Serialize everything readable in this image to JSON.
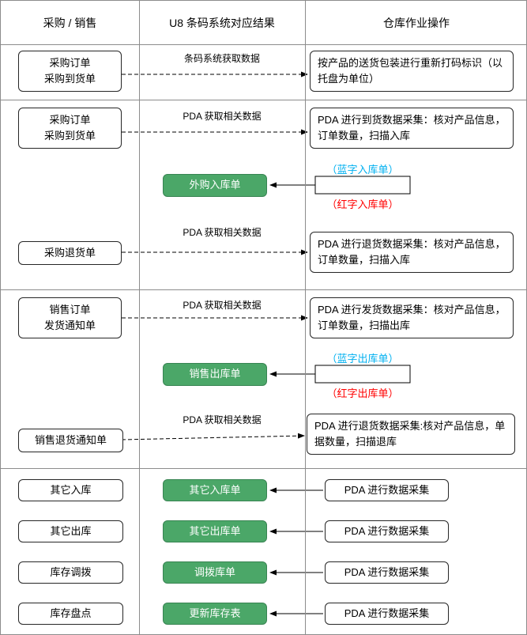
{
  "colors": {
    "green_fill": "#4ba768",
    "green_border": "#388452",
    "blue_note": "#00b0f0",
    "red_note": "#ff0000",
    "grid_line": "#8c8c8c"
  },
  "header": {
    "purchase_sales": "采购 / 销售",
    "u8_result": "U8 条码系统对应结果",
    "warehouse_ops": "仓库作业操作"
  },
  "section_receiving": {
    "left": "采购订单\n采购到货单",
    "arrow_label": "条码系统获取数据",
    "right": "按产品的送货包装进行重新打码标识（以托盘为单位）"
  },
  "section_purchase": {
    "arrival_left": "采购订单\n采购到货单",
    "arrival_label": "PDA 获取相关数据",
    "arrival_right": "PDA 进行到货数据采集：核对产品信息，订单数量，扫描入库",
    "green": "外购入库单",
    "blue_note": "（蓝字入库单）",
    "red_note": "（红字入库单）",
    "return_left": "采购退货单",
    "return_label": "PDA 获取相关数据",
    "return_right": "PDA 进行退货数据采集：核对产品信息，订单数量，扫描入库"
  },
  "section_sales": {
    "ship_left": "销售订单\n发货通知单",
    "ship_label": "PDA 获取相关数据",
    "ship_right": "PDA 进行发货数据采集：核对产品信息，订单数量，扫描出库",
    "green": "销售出库单",
    "blue_note": "（蓝字出库单）",
    "red_note": "（红字出库单）",
    "return_left": "销售退货通知单",
    "return_label": "PDA 获取相关数据",
    "return_right": "PDA 进行退货数据采集:核对产品信息，单据数量，扫描退库"
  },
  "section_other": {
    "rows": [
      {
        "left": "其它入库",
        "green": "其它入库单",
        "right": "PDA 进行数据采集"
      },
      {
        "left": "其它出库",
        "green": "其它出库单",
        "right": "PDA 进行数据采集"
      },
      {
        "left": "库存调拨",
        "green": "调拨库单",
        "right": "PDA 进行数据采集"
      },
      {
        "left": "库存盘点",
        "green": "更新库存表",
        "right": "PDA 进行数据采集"
      }
    ]
  }
}
